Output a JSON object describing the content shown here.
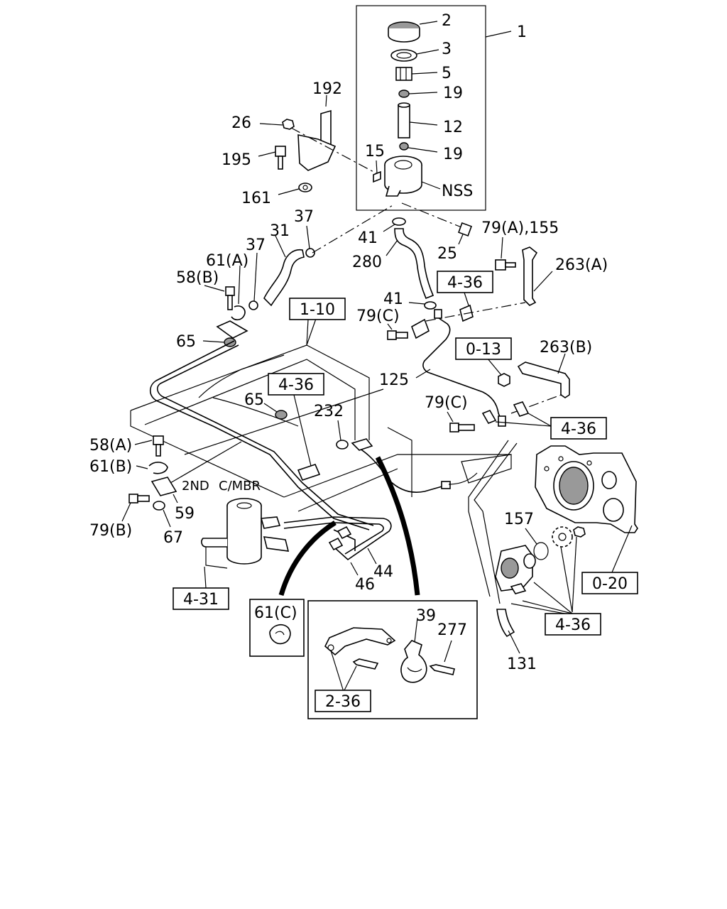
{
  "labels": {
    "l1": "1",
    "l2": "2",
    "l3": "3",
    "l5": "5",
    "l19a": "19",
    "l12": "12",
    "l19b": "19",
    "l15": "15",
    "lnss": "NSS",
    "l192": "192",
    "l26": "26",
    "l195": "195",
    "l161": "161",
    "l37a": "37",
    "l37b": "37",
    "l31": "31",
    "l61a": "61(A)",
    "l58b": "58(B)",
    "l41a": "41",
    "l280": "280",
    "l25": "25",
    "l79a155": "79(A),155",
    "l263a": "263(A)",
    "l41b": "41",
    "l79c1": "79(C)",
    "l65a": "65",
    "l263b": "263(B)",
    "l125": "125",
    "l79c2": "79(C)",
    "l65b": "65",
    "l232": "232",
    "l58a": "58(A)",
    "l61b": "61(B)",
    "l2nd": "2ND",
    "lcmbr": "C/MBR",
    "l59": "59",
    "l79b": "79(B)",
    "l67": "67",
    "l157": "157",
    "l44": "44",
    "l46": "46",
    "l61c": "61(C)",
    "l39": "39",
    "l277": "277",
    "l131": "131"
  },
  "refs": {
    "r1_10": "1-10",
    "r4_36a": "4-36",
    "r4_36b": "4-36",
    "r0_13": "0-13",
    "r4_36c": "4-36",
    "r4_31": "4-31",
    "r0_20": "0-20",
    "r4_36d": "4-36",
    "r2_36": "2-36"
  }
}
